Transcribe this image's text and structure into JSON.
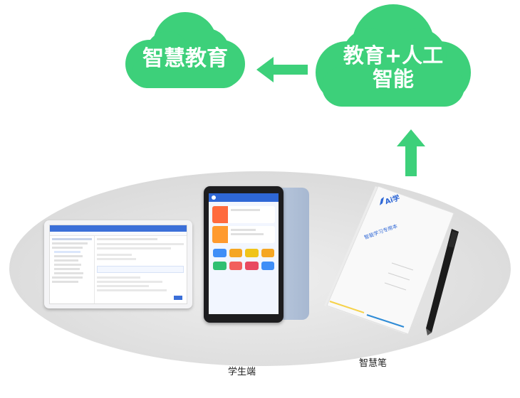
{
  "clouds": {
    "left_label": "智慧教育",
    "right_line1": "教育+人工",
    "right_line2": "智能"
  },
  "captions": {
    "student": "学生端",
    "pen": "智慧笔"
  },
  "notebook": {
    "brand": "Ai学",
    "title": "智能学习专用本"
  },
  "colors": {
    "cloud_green": "#3dd07a",
    "ellipse_gray": "#e4e4e4"
  }
}
